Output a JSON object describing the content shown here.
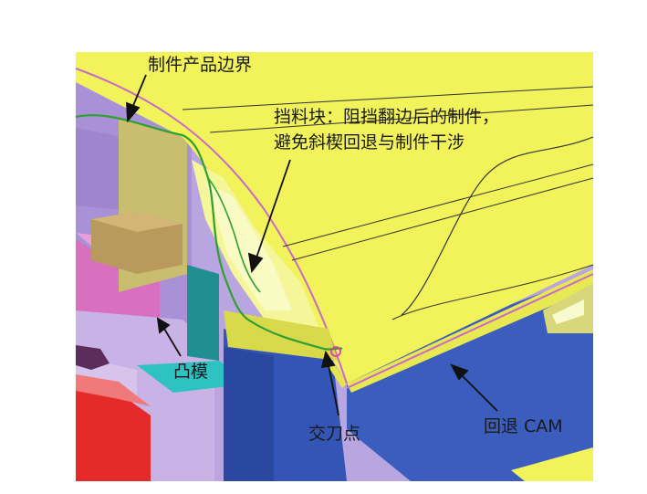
{
  "labels": {
    "product_boundary": "制件产品边界",
    "stopper_line1": "挡料块：阻挡翻边后的制件，",
    "stopper_line2": "避免斜楔回退与制件干涉",
    "punch": "凸模",
    "knife_point": "交刀点",
    "cam_return": "回退 CAM"
  },
  "colors": {
    "yellow": "#F2F25A",
    "blue": "#3A5DBE",
    "purple": "#B29AD8",
    "pink": "#E07BC2",
    "teal": "#2AA8A8",
    "red": "#E52A2A",
    "green_line": "#2FA02F"
  }
}
